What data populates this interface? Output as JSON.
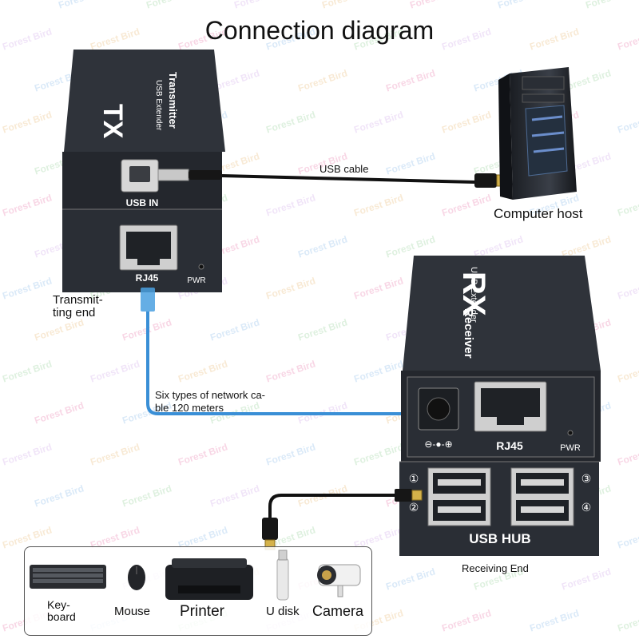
{
  "title": "Connection diagram",
  "watermark_text": "Forest Bird",
  "transmitter": {
    "face_tx": "TX",
    "face_line1": "USB Extender",
    "face_line2": "Transmitter",
    "usb_port_label": "USB IN",
    "rj45_label": "RJ45",
    "pwr_label": "PWR",
    "end_label_1": "Transmit-",
    "end_label_2": "ting end"
  },
  "receiver": {
    "face_rx": "RX",
    "face_line1": "USB Extender",
    "face_line2": "Receiver",
    "rj45_label": "RJ45",
    "pwr_label": "PWR",
    "dc_symbol": "⊖-●-⊕",
    "hub_label": "USB  HUB",
    "port_numbers": [
      "①",
      "②",
      "③",
      "④"
    ],
    "end_label": "Receiving End"
  },
  "cables": {
    "usb_cable_label": "USB cable",
    "network_label_1": "Six types of network ca-",
    "network_label_2": "ble 120 meters"
  },
  "computer_label": "Computer host",
  "devices": [
    {
      "label_line1": "Key-",
      "label_line2": "board"
    },
    {
      "label_line1": "Mouse",
      "label_line2": ""
    },
    {
      "label_line1": "Printer",
      "label_line2": ""
    },
    {
      "label_line1": "U disk",
      "label_line2": ""
    },
    {
      "label_line1": "Camera",
      "label_line2": ""
    }
  ],
  "colors": {
    "device_body": "#2b2f36",
    "device_top": "#3a3f47",
    "network_cable": "#3a8fd6",
    "usb_cable": "#111111",
    "gold_connector": "#d4b24a"
  }
}
